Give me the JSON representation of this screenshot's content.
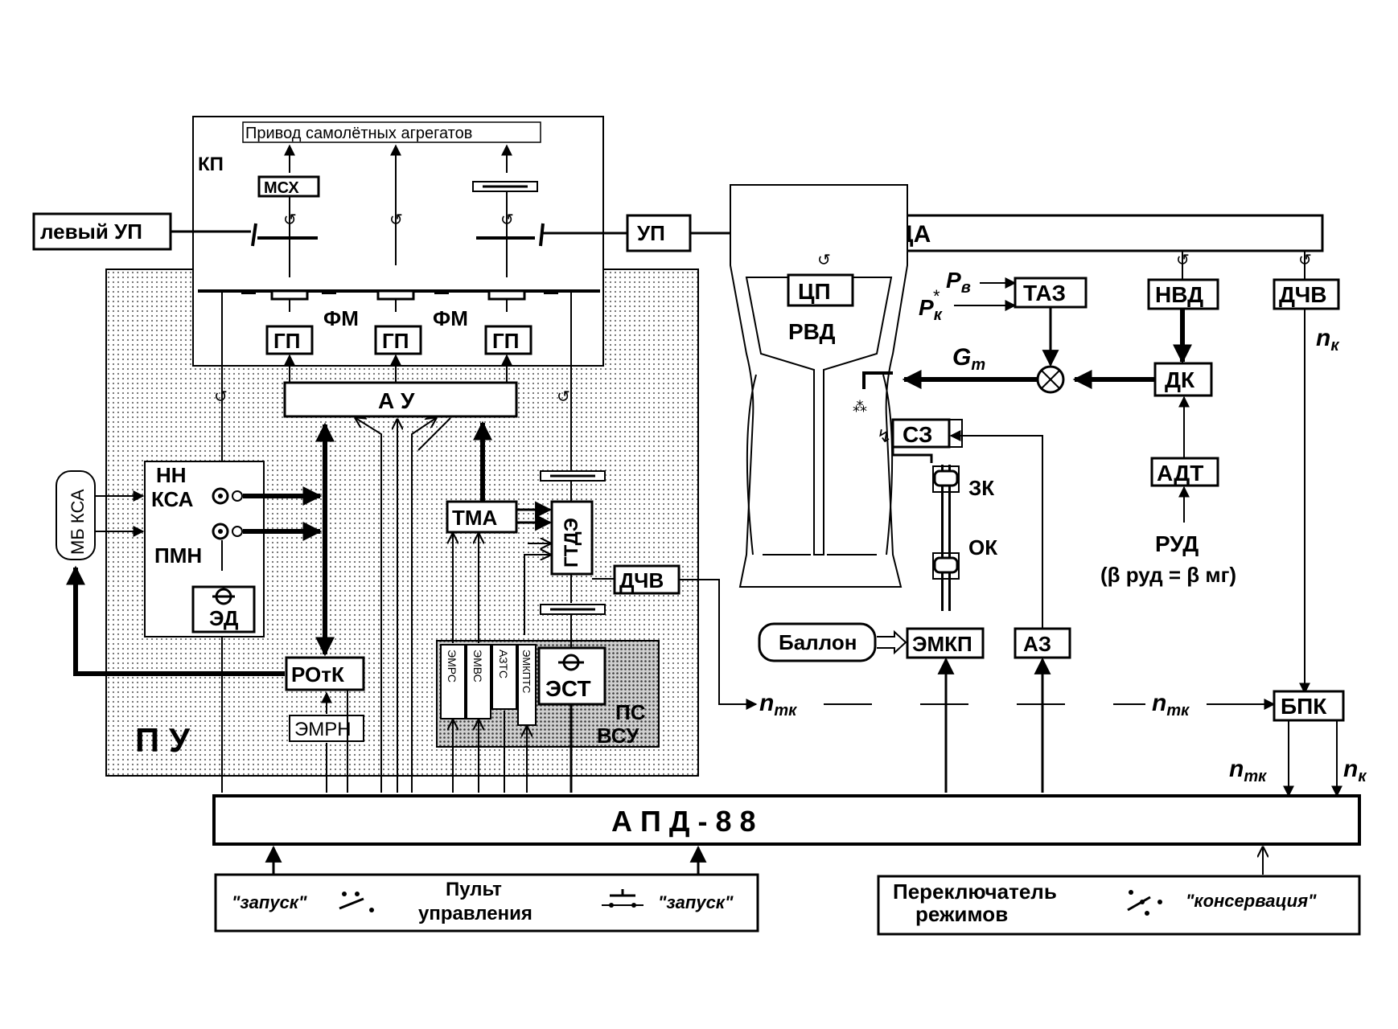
{
  "labels": {
    "privod": "Привод самолётных агрегатов",
    "kp": "КП",
    "msx": "МСХ",
    "left_up": "левый УП",
    "up": "УП",
    "kda": "КДА",
    "cp": "ЦП",
    "rvd": "РВД",
    "pv_sym": "P",
    "pv_sub": "в",
    "pk_sym": "P",
    "pk_sub": "к",
    "pk_star": "*",
    "taz": "ТАЗ",
    "nvd": "НВД",
    "dchv": "ДЧВ",
    "nk_sym": "n",
    "nk_sub": "к",
    "gt_sym": "G",
    "gt_sub": "т",
    "dk": "ДК",
    "sz": "СЗ",
    "zk": "ЗК",
    "ok": "ОК",
    "adt": "АДТ",
    "rud": "РУД",
    "rud_formula": "(β руд = β мг)",
    "fm": "ФМ",
    "gp": "ГП",
    "au": "А У",
    "mb_ksa": "МБ КСА",
    "nn": "НН",
    "ksa": "КСА",
    "pmn": "ПМН",
    "ed": "ЭД",
    "tma": "ТМА",
    "gtde": "ГТДЭ",
    "dchv2": "ДЧВ",
    "rotk": "РОтК",
    "emrn": "ЭМРН",
    "pu": "П У",
    "emrs": "ЭМРС",
    "emvs": "ЭМВС",
    "azts": "АЗТС",
    "emkpts": "ЭМКПТС",
    "est": "ЭСТ",
    "ps": "ПС",
    "vsu": "ВСУ",
    "ballon": "Баллон",
    "emkp": "ЭМКП",
    "az": "АЗ",
    "ntk_sym": "n",
    "ntk_sub": "тк",
    "bpk": "БПК",
    "apd": "А П Д  -  8 8",
    "zapusk_left": "\"запуск\"",
    "pult": "Пульт",
    "upravleniya": "управления",
    "zapusk_right": "\"запуск\"",
    "pereklyuchatel": "Переключатель",
    "rezhimov": "режимов",
    "konservaciya": "\"консервация\""
  }
}
